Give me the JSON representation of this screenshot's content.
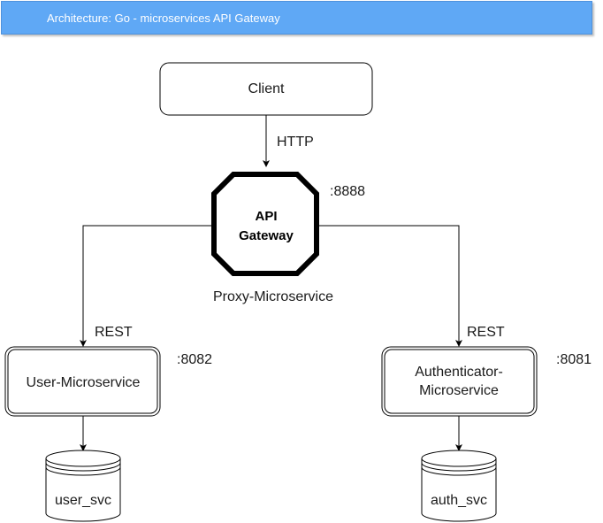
{
  "header": {
    "title": "Architecture: Go - microservices  API Gateway"
  },
  "nodes": {
    "client": {
      "label": "Client"
    },
    "gateway": {
      "label_line1": "API",
      "label_line2": "Gateway",
      "port": ":8888",
      "caption": "Proxy-Microservice"
    },
    "user_service": {
      "label": "User-Microservice",
      "port": ":8082"
    },
    "auth_service": {
      "label_line1": "Authenticator-",
      "label_line2": "Microservice",
      "port": ":8081"
    },
    "user_db": {
      "label": "user_svc"
    },
    "auth_db": {
      "label": "auth_svc"
    }
  },
  "edges": {
    "client_to_gateway": "HTTP",
    "gateway_to_user": "REST",
    "gateway_to_auth": "REST"
  },
  "colors": {
    "header_bg": "#5fa8f5",
    "stroke": "#000000",
    "text": "#1a1a1a"
  }
}
